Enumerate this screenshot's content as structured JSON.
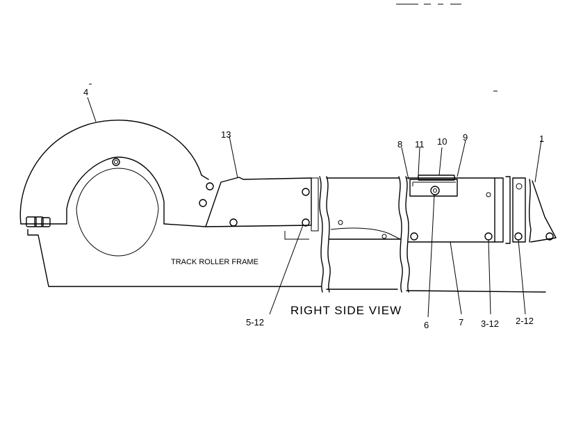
{
  "labels": {
    "frame": "TRACK ROLLER FRAME",
    "view_title": "RIGHT SIDE VIEW"
  },
  "callouts": {
    "c4": "4",
    "c13": "13",
    "c8": "8",
    "c11": "11",
    "c10": "10",
    "c9": "9",
    "c1": "1",
    "c5_12": "5-12",
    "c6": "6",
    "c7": "7",
    "c3_12": "3-12",
    "c2_12": "2-12"
  }
}
